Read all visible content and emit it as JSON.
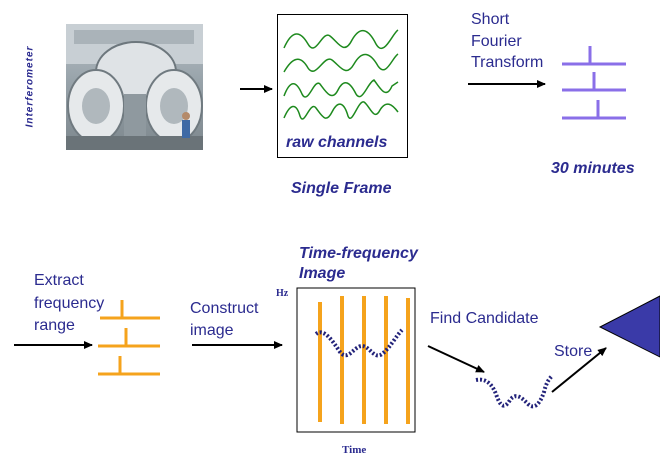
{
  "top": {
    "interferometer_label": "Interferometer",
    "raw_channels_label": "raw channels",
    "single_frame_label": "Single Frame",
    "sft_label_1": "Short",
    "sft_label_2": "Fourier",
    "sft_label_3": "Transform",
    "thirty_minutes_label": "30 minutes"
  },
  "bottom": {
    "extract_label_1": "Extract",
    "extract_label_2": "frequency",
    "extract_label_3": "range",
    "construct_label_1": "Construct",
    "construct_label_2": "image",
    "tf_title_1": "Time-frequency",
    "tf_title_2": "Image",
    "hz_label": "Hz",
    "time_label": "Time",
    "find_candidate_label": "Find Candidate",
    "store_label": "Store"
  },
  "colors": {
    "dark_blue": "#2b2b8f",
    "green_wave": "#1e8a1e",
    "purple_sft": "#8a6fe8",
    "orange": "#f5a31c",
    "navy_dots": "#23237a",
    "triangle": "#3a3aa8"
  }
}
